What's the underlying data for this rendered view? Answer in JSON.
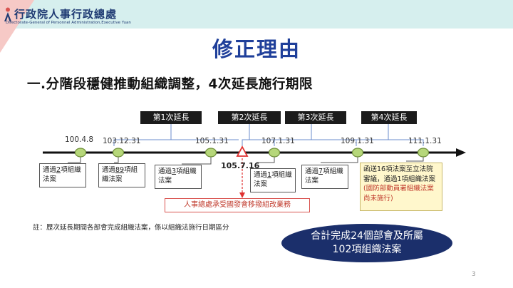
{
  "header": {
    "org_name": "行政院人事行政總處",
    "org_subtitle": "Directorate-General of Personnel Administration,Executive Yuan"
  },
  "slide": {
    "title": "修正理由",
    "subtitle": "一.分階段穩健推動組織調整，4次延長施行期限",
    "page_number": "3"
  },
  "timeline": {
    "extensions": [
      "第1次延長",
      "第2次延長",
      "第3次延長",
      "第4次延長"
    ],
    "dates": [
      "100.4.8",
      "103.12.31",
      "105.1.31",
      "105.7.16",
      "107.1.31",
      "109.1.31",
      "111.1.31"
    ],
    "notes": [
      {
        "pre": "通過",
        "num": "2",
        "post": "項組織法案"
      },
      {
        "pre": "通過",
        "num": "89",
        "post": "項組織法案"
      },
      {
        "pre": "通過",
        "num": "3",
        "post": "項組織法案"
      },
      {
        "pre": "通過",
        "num": "1",
        "post": "項組織法案"
      },
      {
        "pre": "通過",
        "num": "7",
        "post": "項組織法案"
      }
    ],
    "final_note": {
      "line1": "函送16項法案至立法院審議，通過1項組織法案",
      "line2": "(國防部動員署組織法案尚未施行)"
    },
    "red_note": "人事總處承受國發會移撥組改業務"
  },
  "footnote": "註：歷次延長期間各部會完成組織法案，係以組織法施行日期區分",
  "summary": {
    "line1": "合計完成24個部會及所屬",
    "line2": "102項組織法案"
  },
  "colors": {
    "accent_blue": "#1f3f9a",
    "summary_fill": "#1b2f6b",
    "node_green": "#b6d77a",
    "marker_red": "#e03030"
  }
}
